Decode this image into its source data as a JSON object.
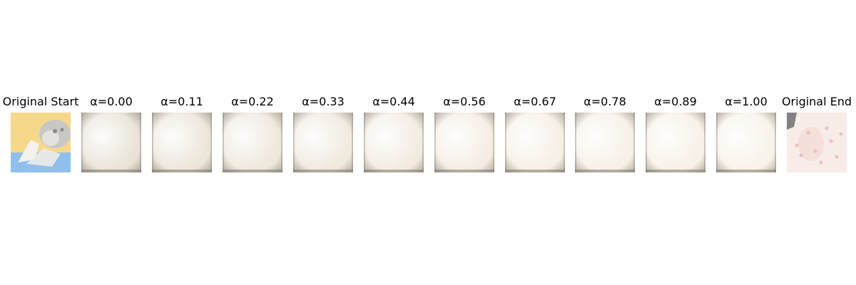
{
  "panels": [
    {
      "label": "Original Start",
      "kind": "start"
    },
    {
      "label": "α=0.00",
      "kind": "interp",
      "alpha": 0.0,
      "base": "#e9e2d6"
    },
    {
      "label": "α=0.11",
      "kind": "interp",
      "alpha": 0.11,
      "base": "#ece5d9"
    },
    {
      "label": "α=0.22",
      "kind": "interp",
      "alpha": 0.22,
      "base": "#eee7dc"
    },
    {
      "label": "α=0.33",
      "kind": "interp",
      "alpha": 0.33,
      "base": "#f0e9de"
    },
    {
      "label": "α=0.44",
      "kind": "interp",
      "alpha": 0.44,
      "base": "#f3ebe0"
    },
    {
      "label": "α=0.56",
      "kind": "interp",
      "alpha": 0.56,
      "base": "#f5ede3"
    },
    {
      "label": "α=0.67",
      "kind": "interp",
      "alpha": 0.67,
      "base": "#f6efe5"
    },
    {
      "label": "α=0.78",
      "kind": "interp",
      "alpha": 0.78,
      "base": "#f7f0e6"
    },
    {
      "label": "α=0.89",
      "kind": "interp",
      "alpha": 0.89,
      "base": "#f7f1e7"
    },
    {
      "label": "α=1.00",
      "kind": "interp",
      "alpha": 1.0,
      "base": "#f8f2e8"
    },
    {
      "label": "Original End",
      "kind": "end"
    }
  ],
  "colors": {
    "start_sky": "#f6d88a",
    "start_water": "#8fc0ec",
    "start_figure": "#c9c7c4",
    "end_base": "#f8ece8",
    "end_dark": "#6e6e6e",
    "end_spots": "#e7b8b6"
  }
}
